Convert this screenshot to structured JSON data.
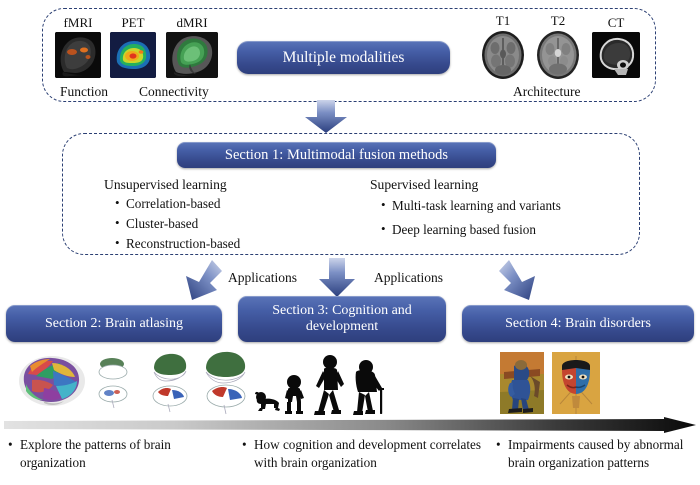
{
  "figure": {
    "type": "flowchart-diagram",
    "subject": "Multimodal brain imaging fusion methods and applications"
  },
  "colors": {
    "banner_blue": "#3b4f93",
    "banner_blue_light": "#5a74b8",
    "panel_border": "#2b3f73",
    "arrow_blue_dark": "#2e4586",
    "arrow_blue_light": "#c3ccE6",
    "timeline_dark": "#111111",
    "timeline_light": "#d9d9d9"
  },
  "modalities_panel": {
    "banner": "Multiple modalities",
    "left_group": {
      "items": [
        {
          "label": "fMRI",
          "icon": "fmri-brain-icon"
        },
        {
          "label": "PET",
          "icon": "pet-brain-icon"
        },
        {
          "label": "dMRI",
          "icon": "dmri-brain-icon"
        }
      ],
      "captions": [
        "Function",
        "Connectivity"
      ]
    },
    "right_group": {
      "items": [
        {
          "label": "T1",
          "icon": "t1-brain-icon"
        },
        {
          "label": "T2",
          "icon": "t2-brain-icon"
        },
        {
          "label": "CT",
          "icon": "ct-skull-icon"
        }
      ],
      "captions": [
        "Architecture"
      ]
    }
  },
  "fusion_panel": {
    "banner": "Section 1: Multimodal fusion methods",
    "columns": [
      {
        "heading": "Unsupervised learning",
        "items": [
          "Correlation-based",
          "Cluster-based",
          "Reconstruction-based"
        ]
      },
      {
        "heading": "Supervised learning",
        "items": [
          "Multi-task learning and variants",
          "Deep learning based fusion"
        ]
      }
    ]
  },
  "applications": {
    "labels": [
      "Applications",
      "Applications"
    ],
    "sections": [
      {
        "id": "section-2",
        "title": "Section 2: Brain atlasing"
      },
      {
        "id": "section-3",
        "title": "Section 3: Cognition and development"
      },
      {
        "id": "section-4",
        "title": "Section 4: Brain disorders"
      }
    ]
  },
  "imagery": {
    "brain_atlas": "parcellated-brain-icons",
    "evolution": "human-lifespan-silhouettes",
    "artwork": "disorder-artwork-panels"
  },
  "bottom_captions": [
    "Explore the patterns of brain organization",
    "How cognition and development correlates with brain organization",
    "Impairments caused by abnormal brain organization patterns"
  ]
}
